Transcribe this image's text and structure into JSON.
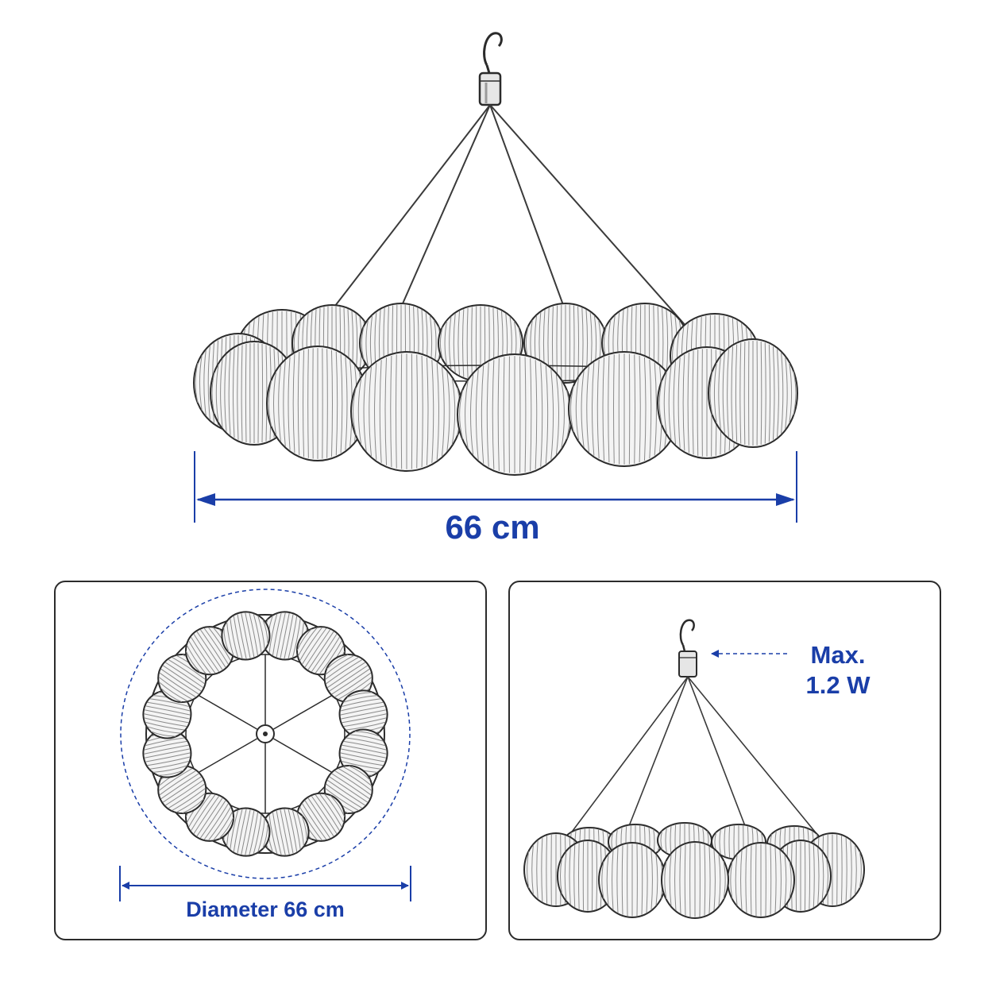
{
  "main_view": {
    "width_label": "66 cm",
    "lantern_count_visible": 15
  },
  "top_view": {
    "diameter_label": "Diameter 66 cm",
    "lantern_count": 16,
    "spokes": 6
  },
  "side_view": {
    "power_line1": "Max.",
    "power_line2": "1.2 W"
  },
  "colors": {
    "dimension": "#1a3ea8",
    "line": "#2b2b2b",
    "lantern_fill": "#f4f4f4",
    "rib": "#8a8a8a"
  },
  "icons": {
    "hook": "hook-icon",
    "canopy": "canopy-cap-icon"
  }
}
